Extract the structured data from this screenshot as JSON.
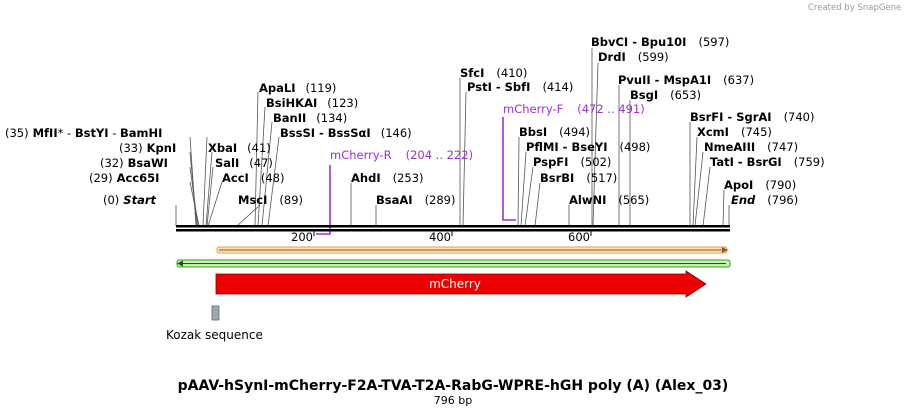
{
  "credit": "Created by SnapGene",
  "title": "pAAV-hSynI-mCherry-F2A-TVA-T2A-RabG-WPRE-hGH poly (A) (Alex_03)",
  "length": "796 bp",
  "ticks": [
    {
      "label": "200",
      "bp": 200
    },
    {
      "label": "400",
      "bp": 400
    },
    {
      "label": "600",
      "bp": 600
    }
  ],
  "enzymes_left": [
    {
      "parts": [
        {
          "t": "(35)",
          "c": "pos"
        },
        {
          "t": " MfII",
          "c": "nm"
        },
        {
          "t": "* - ",
          "c": "pos"
        },
        {
          "t": "BstYI",
          "c": "nm"
        },
        {
          "t": " - ",
          "c": "pos"
        },
        {
          "t": "BamHI",
          "c": "nm"
        }
      ]
    },
    {
      "parts": [
        {
          "t": "(33)",
          "c": "pos"
        },
        {
          "t": "  KpnI",
          "c": "nm"
        }
      ]
    },
    {
      "parts": [
        {
          "t": "(32)",
          "c": "pos"
        },
        {
          "t": "  BsaWI",
          "c": "nm"
        }
      ]
    },
    {
      "parts": [
        {
          "t": "(29)",
          "c": "pos"
        },
        {
          "t": "  Acc65I",
          "c": "nm"
        }
      ]
    },
    {
      "parts": [
        {
          "t": "(0)",
          "c": "pos"
        },
        {
          "t": "  Start",
          "c": "it"
        }
      ]
    }
  ],
  "enzymes_right": [
    {
      "name": "ApaLI",
      "pos": "(119)"
    },
    {
      "name": "BsiHKAI",
      "pos": "(123)"
    },
    {
      "name": "BanII",
      "pos": "(134)"
    },
    {
      "name": "BssSI - BssSαI",
      "pos": "(146)"
    },
    {
      "name": "XbaI",
      "pos": "(41)"
    },
    {
      "name": "SalI",
      "pos": "(47)"
    },
    {
      "name": "AccI",
      "pos": "(48)"
    },
    {
      "name": "MscI",
      "pos": "(89)"
    },
    {
      "name": "AhdI",
      "pos": "(253)"
    },
    {
      "name": "BsaAI",
      "pos": "(289)"
    },
    {
      "name": "SfcI",
      "pos": "(410)"
    },
    {
      "name": "PstI - SbfI",
      "pos": "(414)"
    },
    {
      "name": "BbsI",
      "pos": "(494)"
    },
    {
      "name": "PflMI - BseYI",
      "pos": "(498)"
    },
    {
      "name": "PspFI",
      "pos": "(502)"
    },
    {
      "name": "BsrBI",
      "pos": "(517)"
    },
    {
      "name": "AlwNI",
      "pos": "(565)"
    },
    {
      "name": "BbvCI - Bpu10I",
      "pos": "(597)"
    },
    {
      "name": "DrdI",
      "pos": "(599)"
    },
    {
      "name": "PvuII - MspA1I",
      "pos": "(637)"
    },
    {
      "name": "BsgI",
      "pos": "(653)"
    },
    {
      "name": "BsrFI - SgrAI",
      "pos": "(740)"
    },
    {
      "name": "XcmI",
      "pos": "(745)"
    },
    {
      "name": "NmeAIII",
      "pos": "(747)"
    },
    {
      "name": "TatI - BsrGI",
      "pos": "(759)"
    },
    {
      "name": "ApoI",
      "pos": "(790)"
    },
    {
      "name": "End",
      "pos": "(796)"
    }
  ],
  "primers": [
    {
      "name": "mCherry-R",
      "range": "(204 .. 222)"
    },
    {
      "name": "mCherry-F",
      "range": "(472 .. 491)"
    }
  ],
  "features": {
    "mcherry": "mCherry",
    "kozak": "Kozak sequence"
  },
  "colors": {
    "primer": "#9a30d6",
    "mcherry_fill": "#ee0000",
    "orange_bar": "#e8a050",
    "green_bar": "#33aa11",
    "kozak": "#a0a8b0"
  }
}
